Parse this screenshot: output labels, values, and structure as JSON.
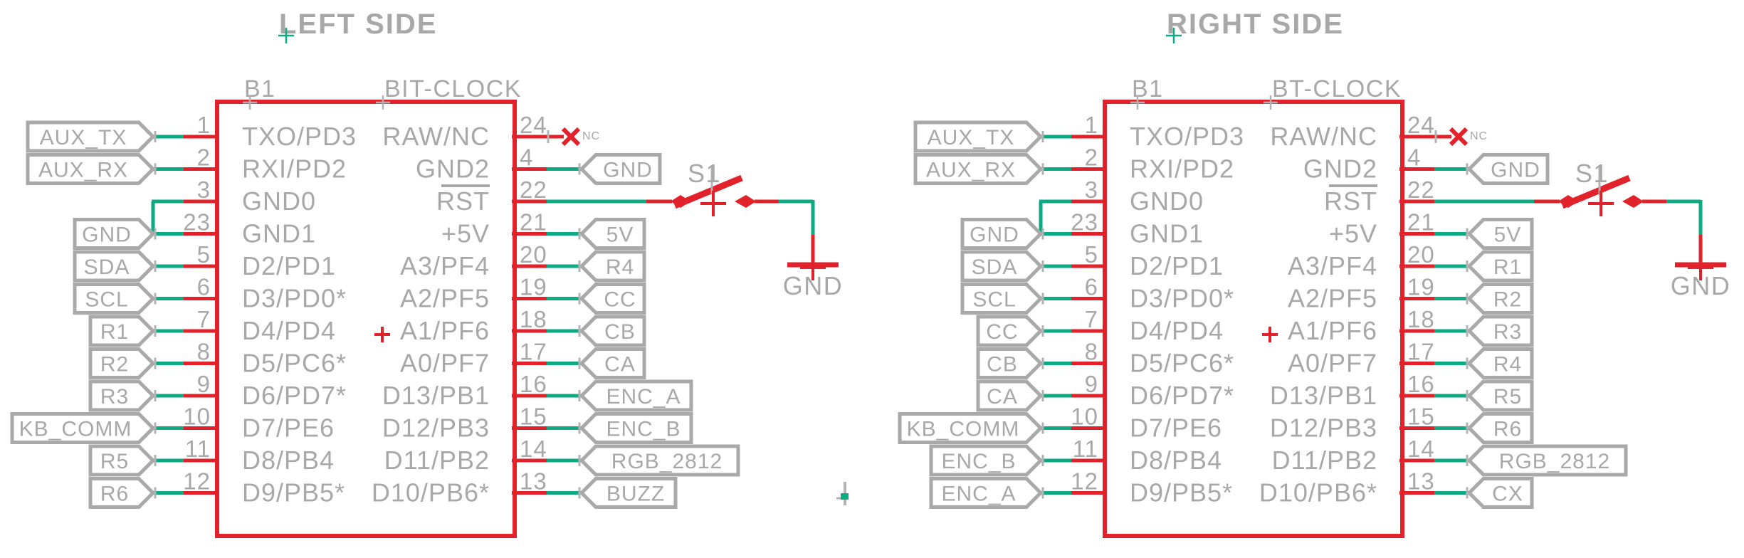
{
  "colors": {
    "wire": "#0daa84",
    "component": "#e2222a",
    "text": "#a8a8a8"
  },
  "circuits": [
    {
      "title": "LEFT SIDE",
      "chip": {
        "ref": "B1",
        "value": "BIT-CLOCK"
      },
      "switch": {
        "ref": "S1",
        "ground_label": "GND"
      },
      "rows": [
        {
          "left": {
            "pin": "1",
            "flag": "AUX_TX",
            "name": "TXO/PD3"
          },
          "right": {
            "pin": "24",
            "name": "RAW/NC",
            "conn": "nc",
            "nc_label": "NC"
          }
        },
        {
          "left": {
            "pin": "2",
            "flag": "AUX_RX",
            "name": "RXI/PD2"
          },
          "right": {
            "pin": "4",
            "name": "GND2",
            "conn": "flag",
            "flag": "GND"
          }
        },
        {
          "left": {
            "pin": "3",
            "name": "GND0"
          },
          "right": {
            "pin": "22",
            "name": "RST",
            "conn": "switch",
            "overline": true
          }
        },
        {
          "left": {
            "pin": "23",
            "flag": "GND",
            "name": "GND1"
          },
          "right": {
            "pin": "21",
            "name": "+5V",
            "conn": "flag",
            "flag": "5V"
          }
        },
        {
          "left": {
            "pin": "5",
            "flag": "SDA",
            "name": "D2/PD1"
          },
          "right": {
            "pin": "20",
            "name": "A3/PF4",
            "conn": "flag",
            "flag": "R4"
          }
        },
        {
          "left": {
            "pin": "6",
            "flag": "SCL",
            "name": "D3/PD0*"
          },
          "right": {
            "pin": "19",
            "name": "A2/PF5",
            "conn": "flag",
            "flag": "CC"
          }
        },
        {
          "left": {
            "pin": "7",
            "flag": "R1",
            "name": "D4/PD4"
          },
          "right": {
            "pin": "18",
            "name": "A1/PF6",
            "conn": "flag",
            "flag": "CB",
            "origin_cross": true
          }
        },
        {
          "left": {
            "pin": "8",
            "flag": "R2",
            "name": "D5/PC6*"
          },
          "right": {
            "pin": "17",
            "name": "A0/PF7",
            "conn": "flag",
            "flag": "CA"
          }
        },
        {
          "left": {
            "pin": "9",
            "flag": "R3",
            "name": "D6/PD7*"
          },
          "right": {
            "pin": "16",
            "name": "D13/PB1",
            "conn": "flag",
            "flag": "ENC_A"
          }
        },
        {
          "left": {
            "pin": "10",
            "flag": "KB_COMM",
            "name": "D7/PE6"
          },
          "right": {
            "pin": "15",
            "name": "D12/PB3",
            "conn": "flag",
            "flag": "ENC_B"
          }
        },
        {
          "left": {
            "pin": "11",
            "flag": "R5",
            "name": "D8/PB4"
          },
          "right": {
            "pin": "14",
            "name": "D11/PB2",
            "conn": "flag",
            "flag": "RGB_2812"
          }
        },
        {
          "left": {
            "pin": "12",
            "flag": "R6",
            "name": "D9/PB5*"
          },
          "right": {
            "pin": "13",
            "name": "D10/PB6*",
            "conn": "flag",
            "flag": "BUZZ"
          }
        }
      ]
    },
    {
      "title": "RIGHT SIDE",
      "chip": {
        "ref": "B1",
        "value": "BT-CLOCK"
      },
      "switch": {
        "ref": "S1",
        "ground_label": "GND"
      },
      "rows": [
        {
          "left": {
            "pin": "1",
            "flag": "AUX_TX",
            "name": "TXO/PD3"
          },
          "right": {
            "pin": "24",
            "name": "RAW/NC",
            "conn": "nc",
            "nc_label": "NC"
          }
        },
        {
          "left": {
            "pin": "2",
            "flag": "AUX_RX",
            "name": "RXI/PD2"
          },
          "right": {
            "pin": "4",
            "name": "GND2",
            "conn": "flag",
            "flag": "GND"
          }
        },
        {
          "left": {
            "pin": "3",
            "name": "GND0"
          },
          "right": {
            "pin": "22",
            "name": "RST",
            "conn": "switch",
            "overline": true
          }
        },
        {
          "left": {
            "pin": "23",
            "flag": "GND",
            "name": "GND1"
          },
          "right": {
            "pin": "21",
            "name": "+5V",
            "conn": "flag",
            "flag": "5V"
          }
        },
        {
          "left": {
            "pin": "5",
            "flag": "SDA",
            "name": "D2/PD1"
          },
          "right": {
            "pin": "20",
            "name": "A3/PF4",
            "conn": "flag",
            "flag": "R1"
          }
        },
        {
          "left": {
            "pin": "6",
            "flag": "SCL",
            "name": "D3/PD0*"
          },
          "right": {
            "pin": "19",
            "name": "A2/PF5",
            "conn": "flag",
            "flag": "R2"
          }
        },
        {
          "left": {
            "pin": "7",
            "flag": "CC",
            "name": "D4/PD4"
          },
          "right": {
            "pin": "18",
            "name": "A1/PF6",
            "conn": "flag",
            "flag": "R3",
            "origin_cross": true
          }
        },
        {
          "left": {
            "pin": "8",
            "flag": "CB",
            "name": "D5/PC6*"
          },
          "right": {
            "pin": "17",
            "name": "A0/PF7",
            "conn": "flag",
            "flag": "R4"
          }
        },
        {
          "left": {
            "pin": "9",
            "flag": "CA",
            "name": "D6/PD7*"
          },
          "right": {
            "pin": "16",
            "name": "D13/PB1",
            "conn": "flag",
            "flag": "R5"
          }
        },
        {
          "left": {
            "pin": "10",
            "flag": "KB_COMM",
            "name": "D7/PE6"
          },
          "right": {
            "pin": "15",
            "name": "D12/PB3",
            "conn": "flag",
            "flag": "R6"
          }
        },
        {
          "left": {
            "pin": "11",
            "flag": "ENC_B",
            "name": "D8/PB4"
          },
          "right": {
            "pin": "14",
            "name": "D11/PB2",
            "conn": "flag",
            "flag": "RGB_2812"
          }
        },
        {
          "left": {
            "pin": "12",
            "flag": "ENC_A",
            "name": "D9/PB5*"
          },
          "right": {
            "pin": "13",
            "name": "D10/PB6*",
            "conn": "flag",
            "flag": "CX"
          }
        }
      ]
    }
  ]
}
